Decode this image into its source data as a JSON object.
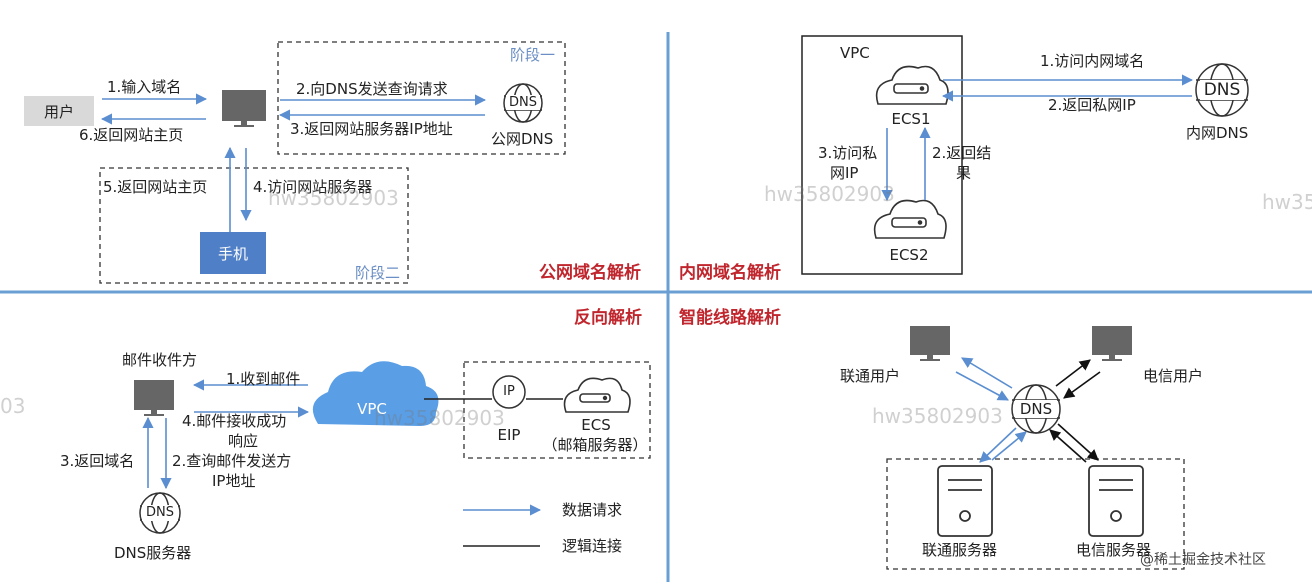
{
  "sections": {
    "public_dns": "公网域名解析",
    "intranet_dns": "内网域名解析",
    "reverse": "反向解析",
    "smart_route": "智能线路解析"
  },
  "public": {
    "user": "用户",
    "step1": "1.输入域名",
    "step6": "6.返回网站主页",
    "step2": "2.向DNS发送查询请求",
    "step3": "3.返回网站服务器IP地址",
    "public_dns_label": "公网DNS",
    "stage1": "阶段一",
    "step5": "5.返回网站主页",
    "step4": "4.访问网站服务器",
    "phone": "手机",
    "stage2": "阶段二"
  },
  "intranet": {
    "vpc": "VPC",
    "ecs1": "ECS1",
    "ecs2": "ECS2",
    "step1": "1.访问内网域名",
    "step2": "2.返回私网IP",
    "dns_label": "内网DNS",
    "step3_a": "3.访问私",
    "step3_b": "网IP",
    "ret_a": "2.返回结",
    "ret_b": "果"
  },
  "reverse_sec": {
    "recipient": "邮件收件方",
    "step1": "1.收到邮件",
    "step4_a": "4.邮件接收成功",
    "step4_b": "响应",
    "step3": "3.返回域名",
    "step2_a": "2.查询邮件发送方",
    "step2_b": "IP地址",
    "dns_server": "DNS服务器",
    "vpc": "VPC",
    "eip": "EIP",
    "ecs": "ECS",
    "mail_server": "（邮箱服务器）",
    "legend_request": "数据请求",
    "legend_logic": "逻辑连接"
  },
  "smart": {
    "unicom_user": "联通用户",
    "telecom_user": "电信用户",
    "unicom_server": "联通服务器",
    "telecom_server": "电信服务器"
  },
  "icon_text": {
    "dns": "DNS",
    "ip": "IP"
  },
  "watermark": "hw35802903",
  "watermark_partial_a": "hw35",
  "watermark_partial_b": "03",
  "credit": "@稀土掘金技术社区",
  "colors": {
    "divider": "#6a9fd4",
    "arrow": "#5b8ed0",
    "section_title": "#c0262d",
    "cloud": "#5a9ee6",
    "phone": "#4f7fc7"
  }
}
